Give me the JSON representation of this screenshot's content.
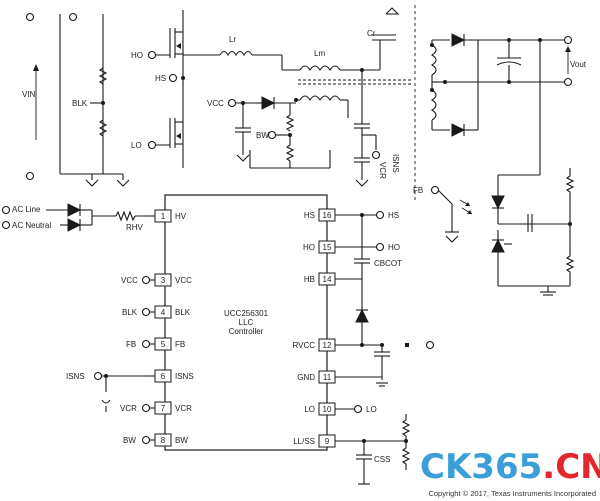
{
  "ic": {
    "part": "UCC256301",
    "sub1": "LLC",
    "sub2": "Controller",
    "left_pins": [
      {
        "num": "1",
        "name": "HV"
      },
      {
        "num": "3",
        "name": "VCC"
      },
      {
        "num": "4",
        "name": "BLK"
      },
      {
        "num": "5",
        "name": "FB"
      },
      {
        "num": "6",
        "name": "ISNS"
      },
      {
        "num": "7",
        "name": "VCR"
      },
      {
        "num": "8",
        "name": "BW"
      }
    ],
    "right_pins": [
      {
        "num": "16",
        "name": "HS"
      },
      {
        "num": "15",
        "name": "HO"
      },
      {
        "num": "14",
        "name": "HB"
      },
      {
        "num": "12",
        "name": "RVCC"
      },
      {
        "num": "11",
        "name": "GND"
      },
      {
        "num": "10",
        "name": "LO"
      },
      {
        "num": "9",
        "name": "LL/SS"
      }
    ]
  },
  "labels": {
    "ac_line": "AC Line",
    "ac_neutral": "AC Neutral",
    "rhv": "RHV",
    "vin": "VIN",
    "blk": "BLK",
    "ho": "HO",
    "hs": "HS",
    "lo": "LO",
    "lr": "Lr",
    "lm": "Lm",
    "cr": "Cr",
    "vcc": "VCC",
    "bw": "BW",
    "isns": "ISNS",
    "vcr": "VCR",
    "fb": "FB",
    "vout": "Vout",
    "cbcot": "CBCOT",
    "css": "CSS",
    "out_hs": "HS",
    "out_ho": "HO",
    "out_lo": "LO",
    "vcc_pin": "VCC",
    "blk_pin": "BLK",
    "fb_pin": "FB",
    "isns_pin": "ISNS",
    "vcr_pin": "VCR",
    "bw_pin": "BW"
  },
  "watermark": {
    "ck": "CK365",
    "dot": ".",
    "cn": "CN"
  },
  "copyright": "Copyright © 2017, Texas Instruments Incorporated",
  "colors": {
    "watermark_blue": "#3a9ed8",
    "watermark_red": "#e2262a"
  }
}
